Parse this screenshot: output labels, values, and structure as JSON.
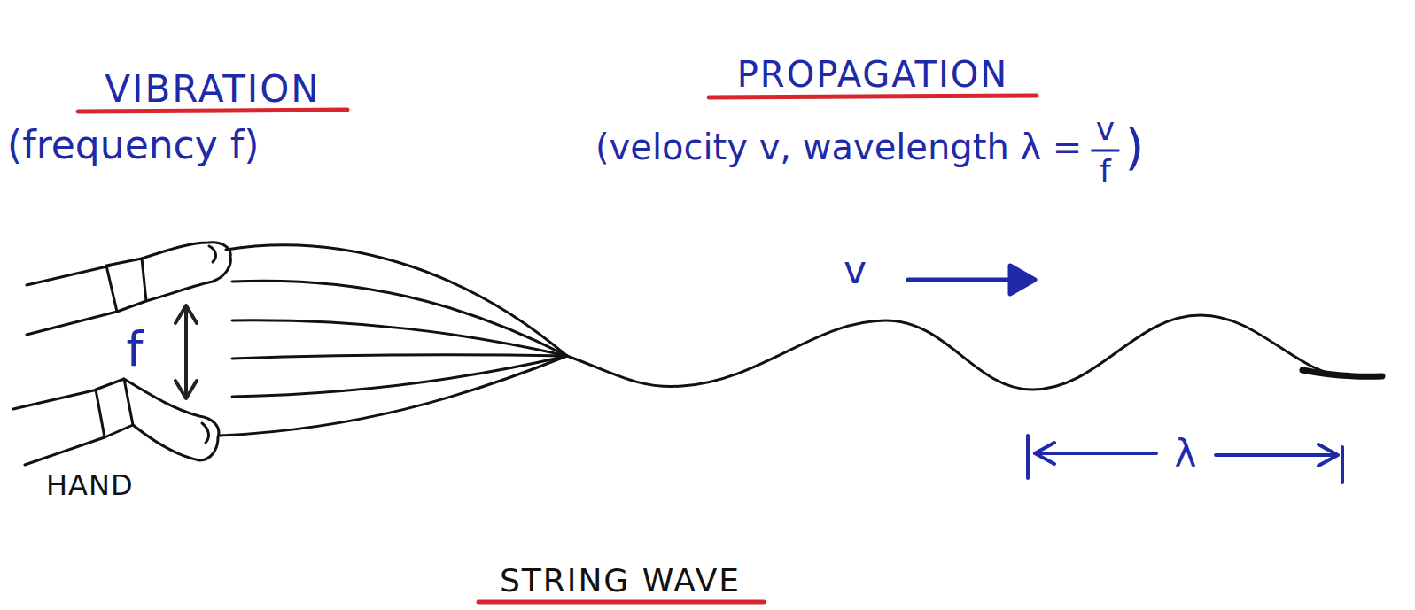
{
  "diagram": {
    "caption": "STRING WAVE",
    "labels": [
      "VIBRATION",
      "(frequency f)",
      "PROPAGATION",
      "(velocity v, wavelength λ =",
      "v",
      "f",
      ")",
      "v",
      "f",
      "λ",
      "HAND"
    ]
  }
}
